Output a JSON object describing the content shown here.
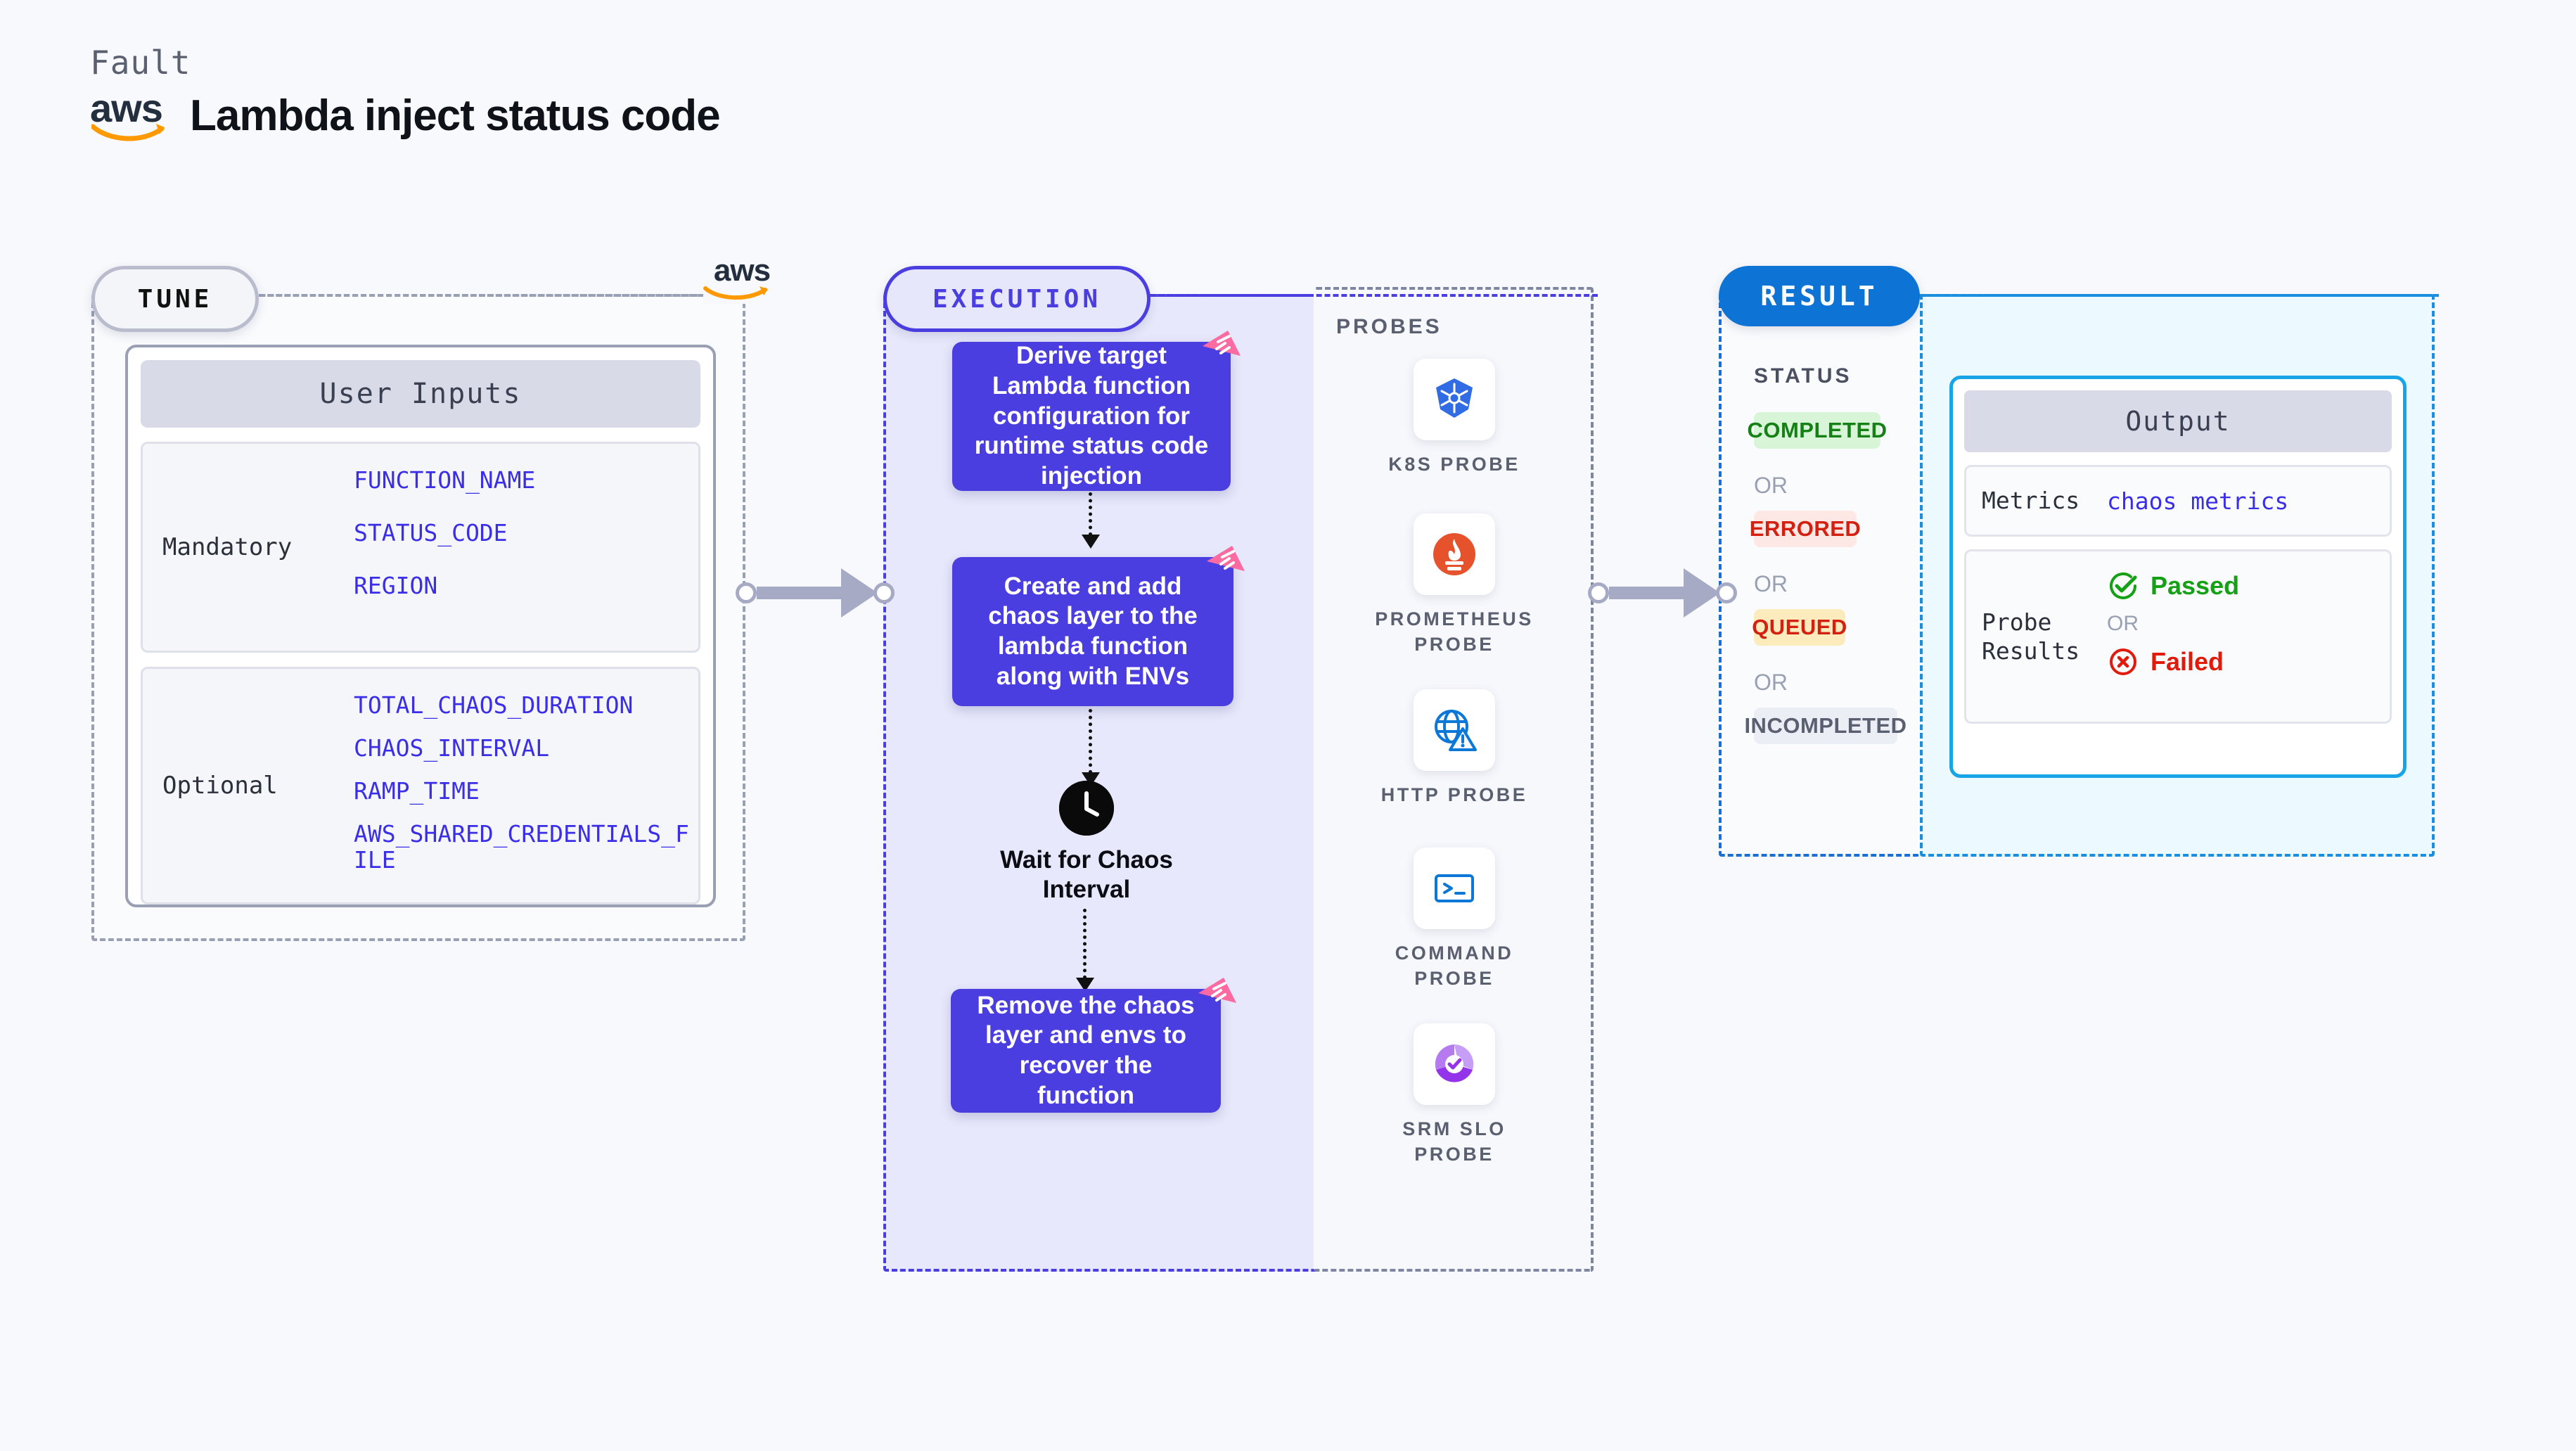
{
  "header": {
    "fault_label": "Fault",
    "brand": "aws",
    "title": "Lambda inject status code"
  },
  "tune": {
    "pill_label": "TUNE",
    "card_title": "User Inputs",
    "groups": [
      {
        "label": "Mandatory",
        "params": [
          "FUNCTION_NAME",
          "STATUS_CODE",
          "REGION"
        ]
      },
      {
        "label": "Optional",
        "params": [
          "TOTAL_CHAOS_DURATION",
          "CHAOS_INTERVAL",
          "RAMP_TIME",
          "AWS_SHARED_CREDENTIALS_FILE"
        ]
      }
    ]
  },
  "execution": {
    "pill_label": "EXECUTION",
    "steps": [
      {
        "text": "Derive target Lambda function configuration for runtime status code injection"
      },
      {
        "text": "Create and add chaos layer to the lambda function along with ENVs"
      },
      {
        "text": "Wait for Chaos Interval"
      },
      {
        "text": "Remove the chaos layer and envs to recover the function"
      }
    ]
  },
  "probes": {
    "title": "PROBES",
    "items": [
      {
        "label": "K8S PROBE",
        "icon": "kubernetes-icon"
      },
      {
        "label": "PROMETHEUS PROBE",
        "icon": "prometheus-icon"
      },
      {
        "label": "HTTP PROBE",
        "icon": "http-globe-icon"
      },
      {
        "label": "COMMAND PROBE",
        "icon": "terminal-icon"
      },
      {
        "label": "SRM SLO PROBE",
        "icon": "srm-slo-icon"
      }
    ]
  },
  "result": {
    "pill_label": "RESULT",
    "status_title": "STATUS",
    "or_label": "OR",
    "statuses": [
      {
        "label": "COMPLETED",
        "bg": "#d8f5d8",
        "fg": "#158015"
      },
      {
        "label": "ERRORED",
        "bg": "#fde8e6",
        "fg": "#d32010"
      },
      {
        "label": "QUEUED",
        "bg": "#fcecbd",
        "fg": "#d32010"
      },
      {
        "label": "INCOMPLETED",
        "bg": "#eceef6",
        "fg": "#5a6070"
      }
    ]
  },
  "output": {
    "title": "Output",
    "metrics_label": "Metrics",
    "metrics_value": "chaos metrics",
    "probe_results_label": "Probe Results",
    "passed_label": "Passed",
    "failed_label": "Failed",
    "or_label": "OR"
  },
  "colors": {
    "execution_accent": "#4b3ee0",
    "result_accent": "#0d73d4",
    "output_accent": "#18a5e8",
    "aws_orange": "#ff9900",
    "aws_navy": "#232f3e",
    "param_blue": "#3a2ee8",
    "badge_pink": "#fb6aa0"
  }
}
